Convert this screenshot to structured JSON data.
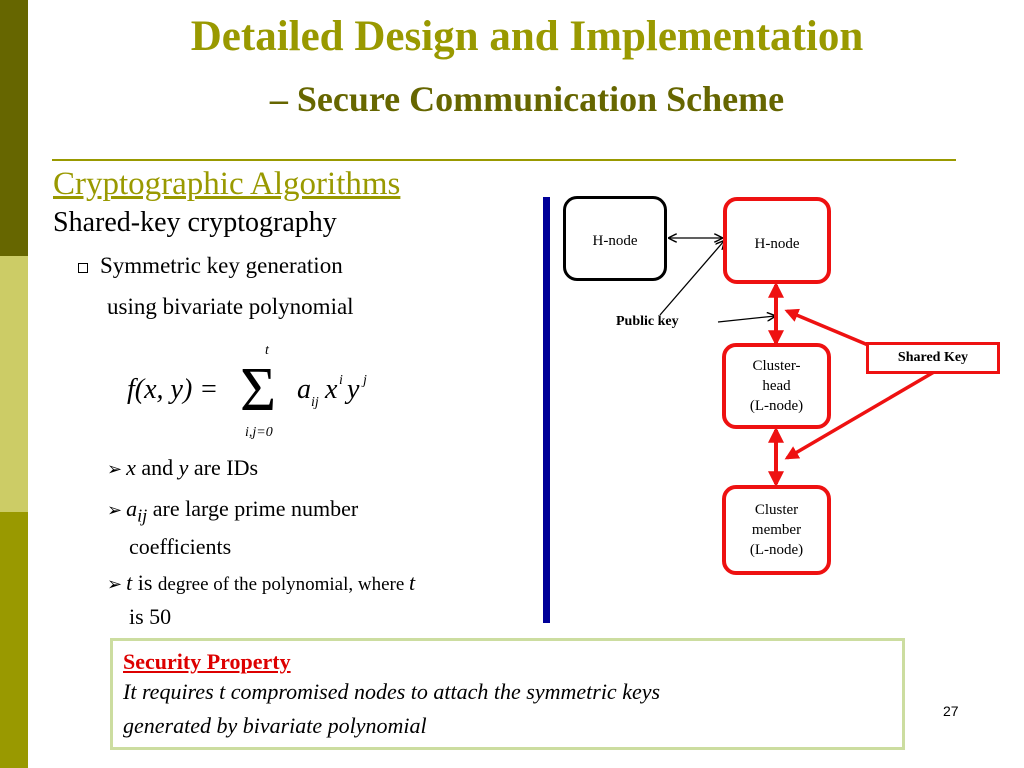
{
  "slide": {
    "title_line1": "Detailed Design and Implementation",
    "title_line2": "– Secure Communication Scheme",
    "section_title": "Cryptographic Algorithms",
    "subheading": "Shared-key cryptography",
    "bullet_line1": "Symmetric key generation",
    "bullet_line2": "using bivariate polynomial",
    "formula_text": "f(x, y) = Σ a_ij x^i y^j, i,j=0 … t",
    "sub_bullets": {
      "b1_x": "x",
      "b1_and": " and ",
      "b1_y": "y",
      "b1_tail": " are IDs",
      "b2_a": "a",
      "b2_ij": "ij",
      "b2_tail": "  are large prime number",
      "b2_line2": "coefficients",
      "b3_t": "t",
      "b3_is": "  is ",
      "b3_mid": "degree of the polynomial, where ",
      "b3_t2": "t",
      "b3_line2": "is 50"
    },
    "security_box": {
      "title": "Security Property",
      "line1": "It requires t compromised nodes to attach the symmetric keys",
      "line2": "generated by bivariate polynomial"
    },
    "page_number": "27"
  },
  "diagram": {
    "node_hnode_left": "H-node",
    "node_hnode_right": "H-node",
    "node_cluster_head_l1": "Cluster-",
    "node_cluster_head_l2": "head",
    "node_cluster_head_l3": "(L-node)",
    "node_cluster_member_l1": "Cluster",
    "node_cluster_member_l2": "member",
    "node_cluster_member_l3": "(L-node)",
    "label_public_key": "Public key",
    "label_shared_key": "Shared Key"
  },
  "colors": {
    "title": "#999900",
    "title_dark": "#666600",
    "accent_red": "#ee1111",
    "divider_blue": "#000099",
    "security_title": "#dd0000",
    "security_border": "#ccdda0"
  }
}
